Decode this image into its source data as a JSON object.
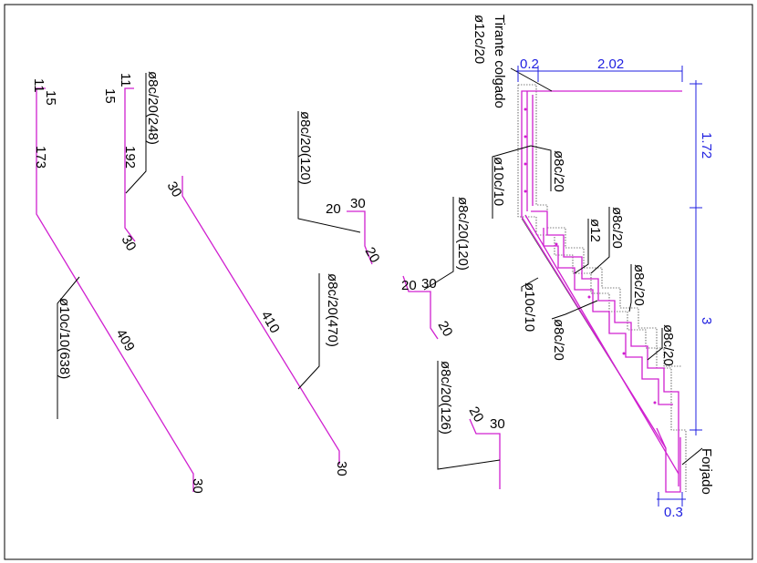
{
  "labels": {
    "h1_11": "11",
    "h1_15": "15",
    "h1_173": "173",
    "h1_409": "409",
    "h1_30": "30",
    "h1_spec": "ø10c/10(638)",
    "h2_11": "11",
    "h2_15": "15",
    "h2_192": "192",
    "h2_30": "30",
    "h2_spec": "ø8c/20(248)",
    "h3_30a": "30",
    "h3_410": "410",
    "h3_30b": "30",
    "h3_spec": "ø8c/20(470)",
    "h4_spec": "ø8c/20(120)",
    "h4_20": "20",
    "h4_30": "30",
    "h4_20b": "20",
    "h5_spec": "ø8c/20(120)",
    "h5_20": "20",
    "h5_30": "30",
    "h5_20b": "20",
    "h6_spec": "ø8c/20(126)",
    "h6_20": "20",
    "h6_30": "30",
    "tirante": "Tirante colgado",
    "tirante_spec": "ø12c/20",
    "s_10c10a": "ø10c/10",
    "s_8c20a": "ø8c/20",
    "s_8c20b": "ø8c/20",
    "s_12": "ø12",
    "s_8c20c": "ø8c/20",
    "s_10c10b": "ø10c/10",
    "s_8c20d": "ø8c/20",
    "s_8c20e": "ø8c/20",
    "forjado": "Forjado"
  },
  "dimensions": {
    "top_small": "0.2",
    "top_large": "2.02",
    "right_upper": "1.72",
    "right_lower": "3",
    "bottom": "0.3"
  },
  "colors": {
    "rebar": "#d020d0",
    "dimension": "#1f1fe0",
    "line": "#000000"
  }
}
